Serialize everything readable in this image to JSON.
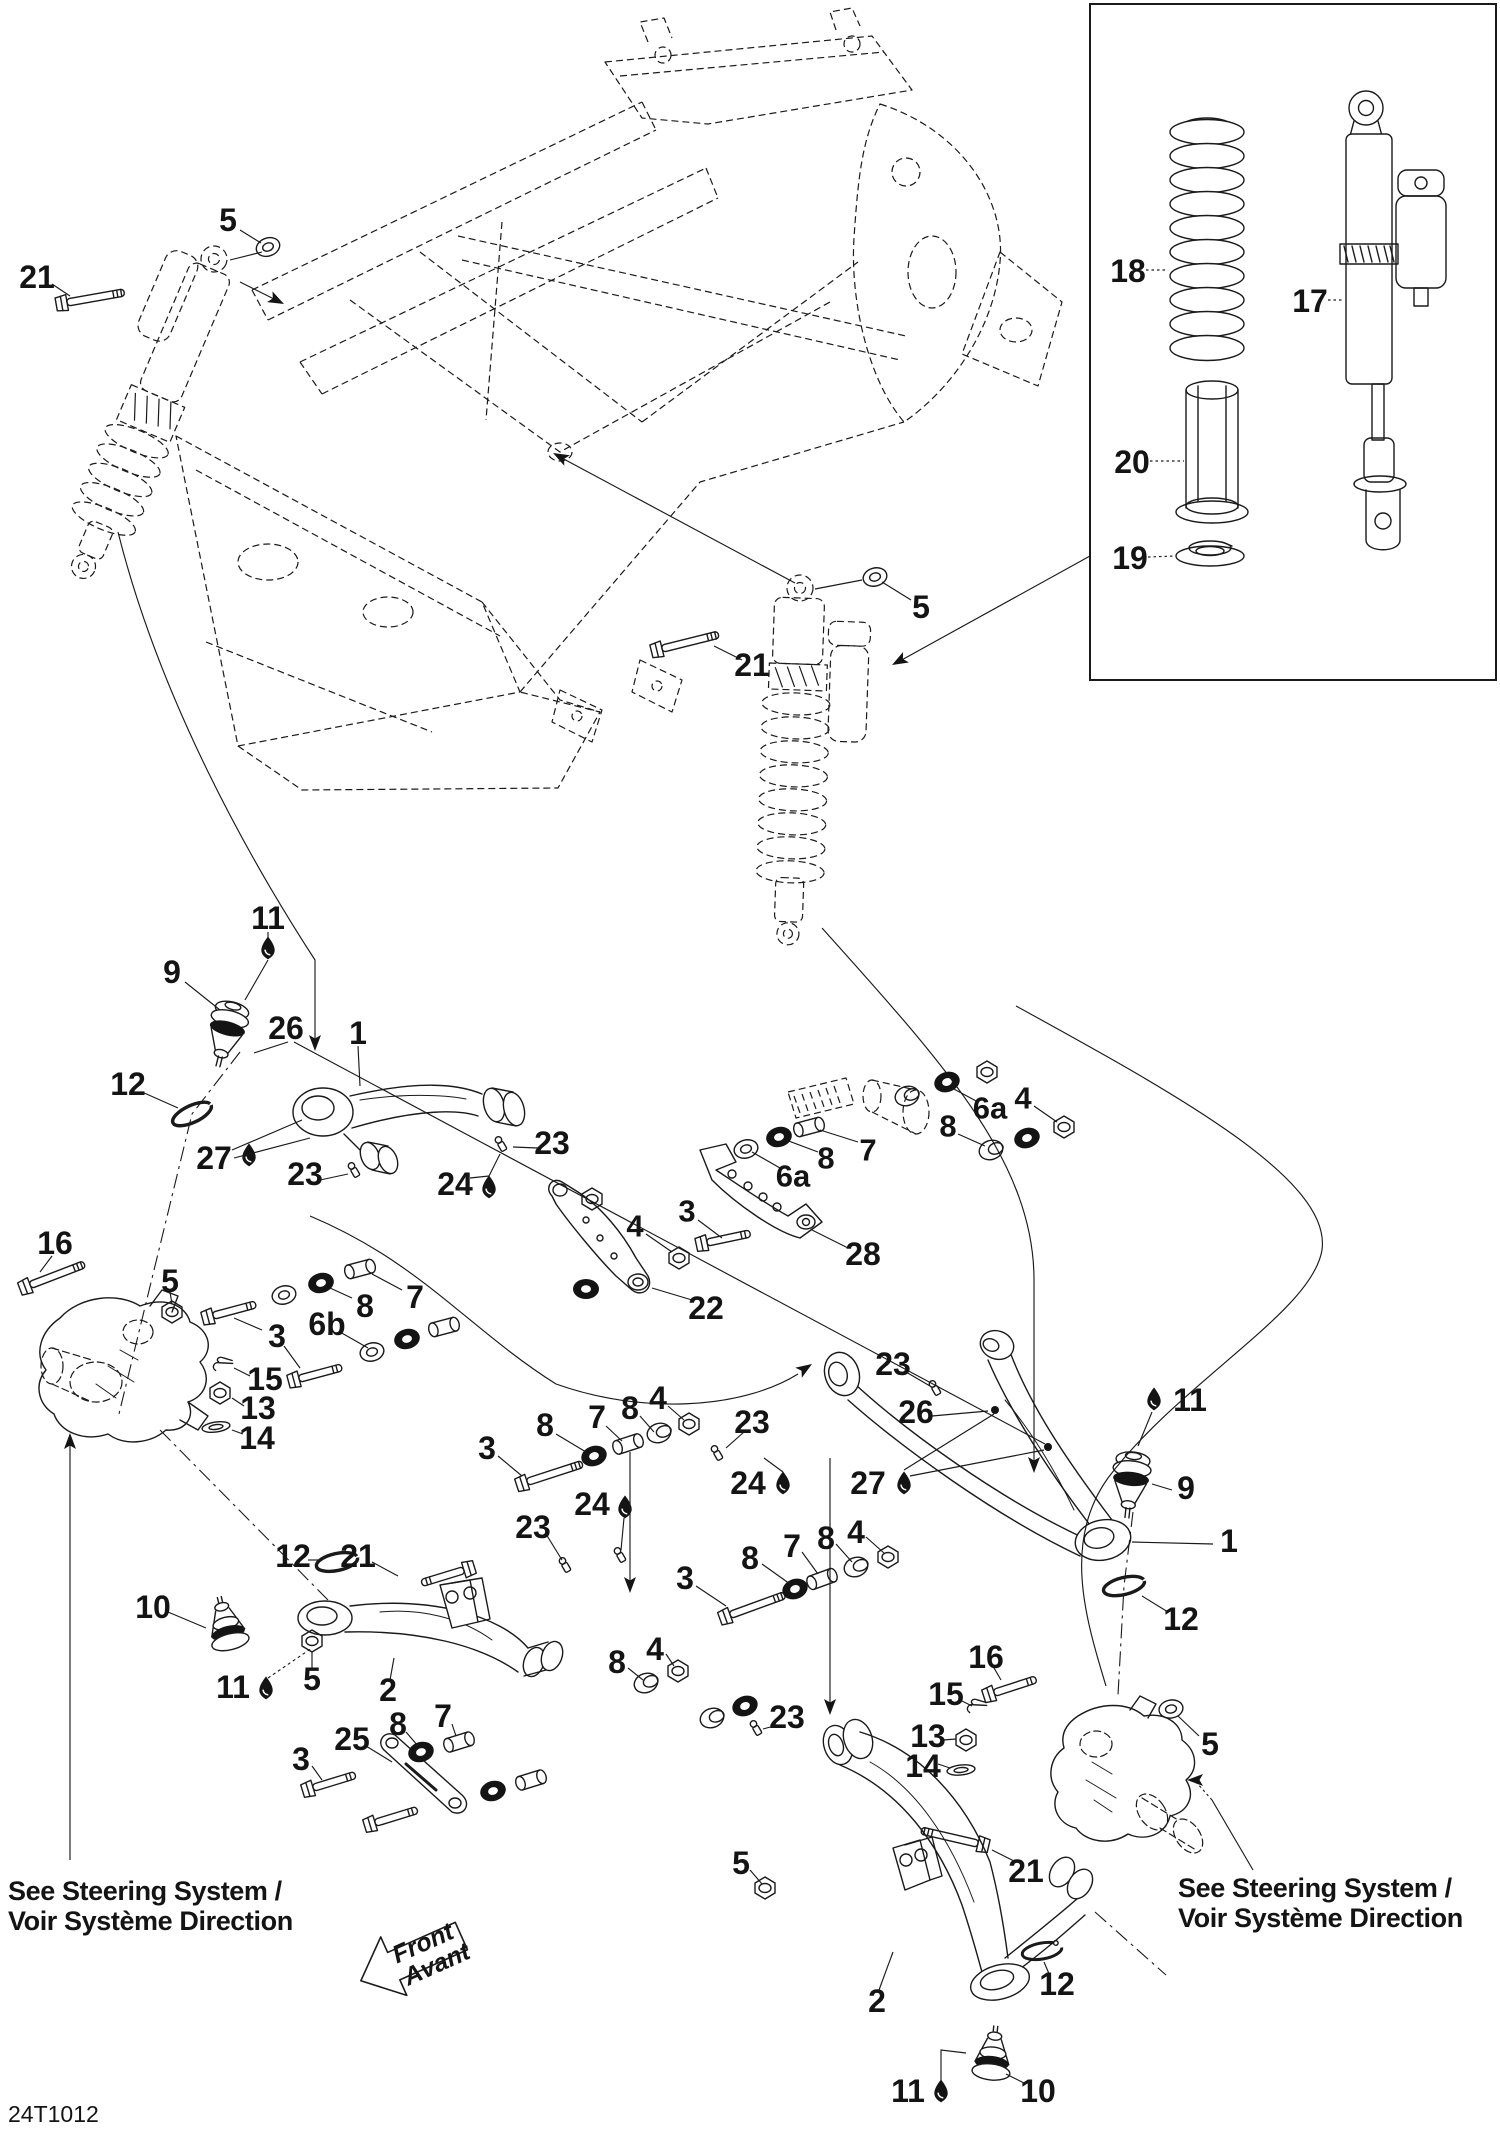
{
  "colors": {
    "ink": "#1a1a1a",
    "background": "#ffffff"
  },
  "drawing_code": "24T1012",
  "icons": {
    "grease_droplet": "solid black teardrop = lubrication point",
    "front_direction_arrow": "outline arrow pointing to vehicle front",
    "leader_arrowhead": "solid triangular arrowhead on leader lines"
  },
  "notes": {
    "steering_left": {
      "line1": "See Steering System /",
      "line2": "Voir Système Direction"
    },
    "steering_right": {
      "line1": "See Steering System /",
      "line2": "Voir Système Direction"
    },
    "front_marker": {
      "line1": "Front",
      "line2": "Avant"
    }
  },
  "callouts": [
    {
      "text": "21"
    },
    {
      "text": "5"
    },
    {
      "text": "21"
    },
    {
      "text": "5"
    },
    {
      "text": "18"
    },
    {
      "text": "17"
    },
    {
      "text": "20"
    },
    {
      "text": "19"
    },
    {
      "text": "11"
    },
    {
      "text": "9"
    },
    {
      "text": "26"
    },
    {
      "text": "1"
    },
    {
      "text": "12"
    },
    {
      "text": "27"
    },
    {
      "text": "23"
    },
    {
      "text": "24"
    },
    {
      "text": "23"
    },
    {
      "text": "4"
    },
    {
      "text": "6a"
    },
    {
      "text": "8"
    },
    {
      "text": "7"
    },
    {
      "text": "8"
    },
    {
      "text": "6a"
    },
    {
      "text": "3"
    },
    {
      "text": "4"
    },
    {
      "text": "28"
    },
    {
      "text": "22"
    },
    {
      "text": "16"
    },
    {
      "text": "5"
    },
    {
      "text": "3"
    },
    {
      "text": "6b"
    },
    {
      "text": "8"
    },
    {
      "text": "7"
    },
    {
      "text": "15"
    },
    {
      "text": "13"
    },
    {
      "text": "14"
    },
    {
      "text": "3"
    },
    {
      "text": "8"
    },
    {
      "text": "7"
    },
    {
      "text": "8"
    },
    {
      "text": "4"
    },
    {
      "text": "23"
    },
    {
      "text": "24"
    },
    {
      "text": "27"
    },
    {
      "text": "26"
    },
    {
      "text": "23"
    },
    {
      "text": "11"
    },
    {
      "text": "9"
    },
    {
      "text": "1"
    },
    {
      "text": "12"
    },
    {
      "text": "16"
    },
    {
      "text": "15"
    },
    {
      "text": "13"
    },
    {
      "text": "14"
    },
    {
      "text": "5"
    },
    {
      "text": "12"
    },
    {
      "text": "21"
    },
    {
      "text": "10"
    },
    {
      "text": "11"
    },
    {
      "text": "5"
    },
    {
      "text": "2"
    },
    {
      "text": "25"
    },
    {
      "text": "8"
    },
    {
      "text": "7"
    },
    {
      "text": "3"
    },
    {
      "text": "23"
    },
    {
      "text": "24"
    },
    {
      "text": "3"
    },
    {
      "text": "8"
    },
    {
      "text": "7"
    },
    {
      "text": "8"
    },
    {
      "text": "4"
    },
    {
      "text": "23"
    },
    {
      "text": "8"
    },
    {
      "text": "4"
    },
    {
      "text": "21"
    },
    {
      "text": "5"
    },
    {
      "text": "2"
    },
    {
      "text": "12"
    },
    {
      "text": "10"
    },
    {
      "text": "11"
    }
  ]
}
